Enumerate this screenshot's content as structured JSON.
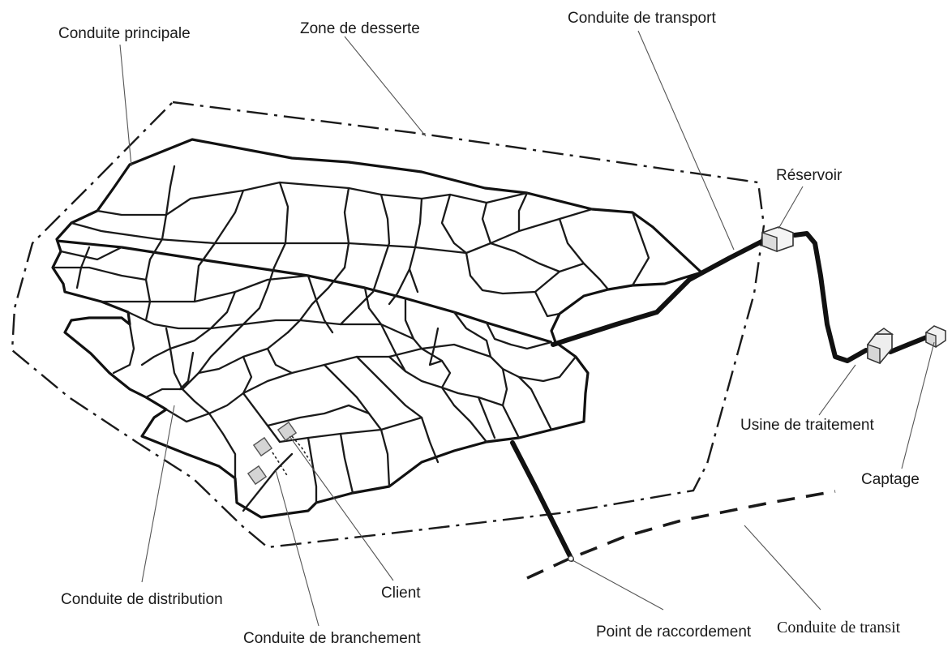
{
  "labels": {
    "conduite_principale": "Conduite principale",
    "zone_de_desserte": "Zone de desserte",
    "conduite_de_transport": "Conduite de transport",
    "reservoir": "Réservoir",
    "usine_de_traitement": "Usine de traitement",
    "captage": "Captage",
    "conduite_de_transit": "Conduite de transit",
    "point_de_raccordement": "Point de raccordement",
    "client": "Client",
    "conduite_de_branchement": "Conduite de branchement",
    "conduite_de_distribution": "Conduite de distribution"
  },
  "colors": {
    "ink": "#1a1a1a",
    "building_fill": "#d4d4d4",
    "background": "#ffffff"
  }
}
